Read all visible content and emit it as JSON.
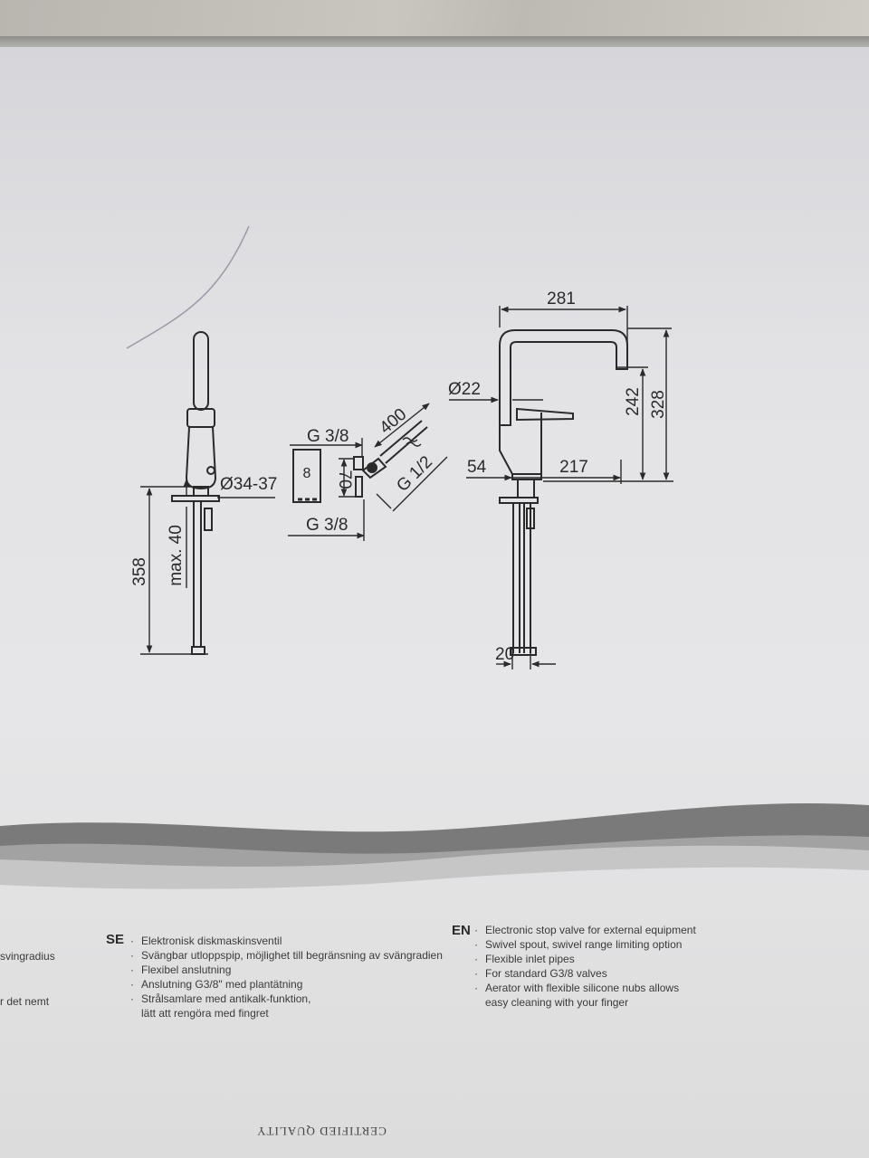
{
  "diagram": {
    "side_view": {
      "dims": {
        "height": "358",
        "hose": "max. 40",
        "hole": "Ø34-37"
      }
    },
    "valve_view": {
      "dims": {
        "g38_top": "G 3/8",
        "g38_bottom": "G 3/8",
        "height70": "70",
        "hose400": "400",
        "g12": "G 1/2"
      }
    },
    "front_view": {
      "dims": {
        "width": "281",
        "spout": "Ø22",
        "h242": "242",
        "h328": "328",
        "base": "54",
        "reach": "217",
        "pipe": "20"
      }
    }
  },
  "text": {
    "left_fragments": [
      "svingradius",
      "r det nemt"
    ],
    "se": {
      "code": "SE",
      "items": [
        "Elektronisk diskmaskinsventil",
        "Svängbar utloppspip, möjlighet till begränsning av svängradien",
        "Flexibel anslutning",
        "Anslutning G3/8\" med plantätning",
        "Strålsamlare med antikalk-funktion,",
        "lätt att rengöra med fingret"
      ]
    },
    "en": {
      "code": "EN",
      "items": [
        "Electronic stop valve for external equipment",
        "Swivel spout, swivel range limiting option",
        "Flexible inlet pipes",
        "For standard G3/8 valves",
        "Aerator with flexible silicone nubs allows",
        "easy cleaning with your finger"
      ]
    },
    "certified": "CERTIFIED QUALITY"
  },
  "colors": {
    "line": "#2a2a2a",
    "wave_dark": "#6f6f6f",
    "wave_light": "#9a9a9a"
  }
}
